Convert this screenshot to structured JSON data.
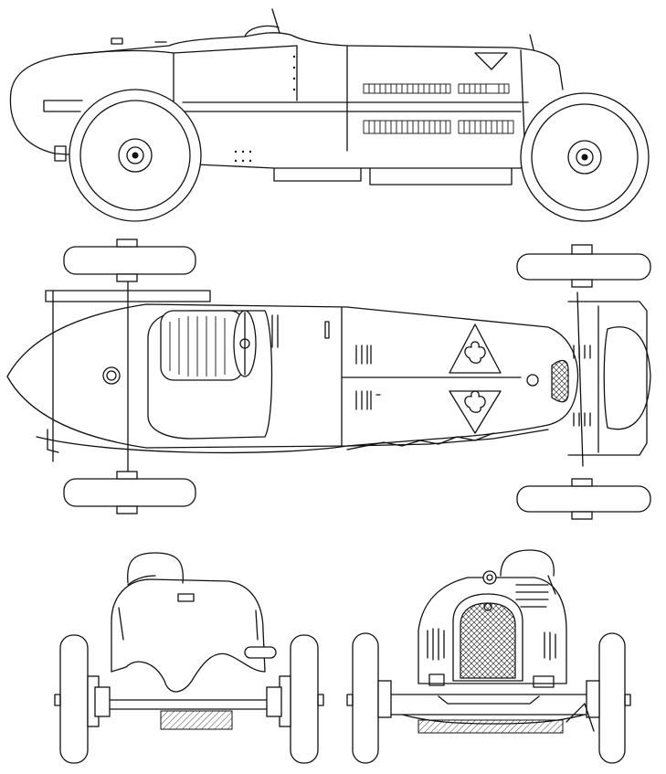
{
  "drawing": {
    "subject": "",
    "line_color": "#111111",
    "background_color": "#ffffff",
    "views": [
      {
        "key": "side",
        "icon": "car-side-view"
      },
      {
        "key": "top",
        "icon": "car-top-view"
      },
      {
        "key": "rear",
        "icon": "car-rear-view"
      },
      {
        "key": "front",
        "icon": "car-front-view"
      }
    ]
  }
}
